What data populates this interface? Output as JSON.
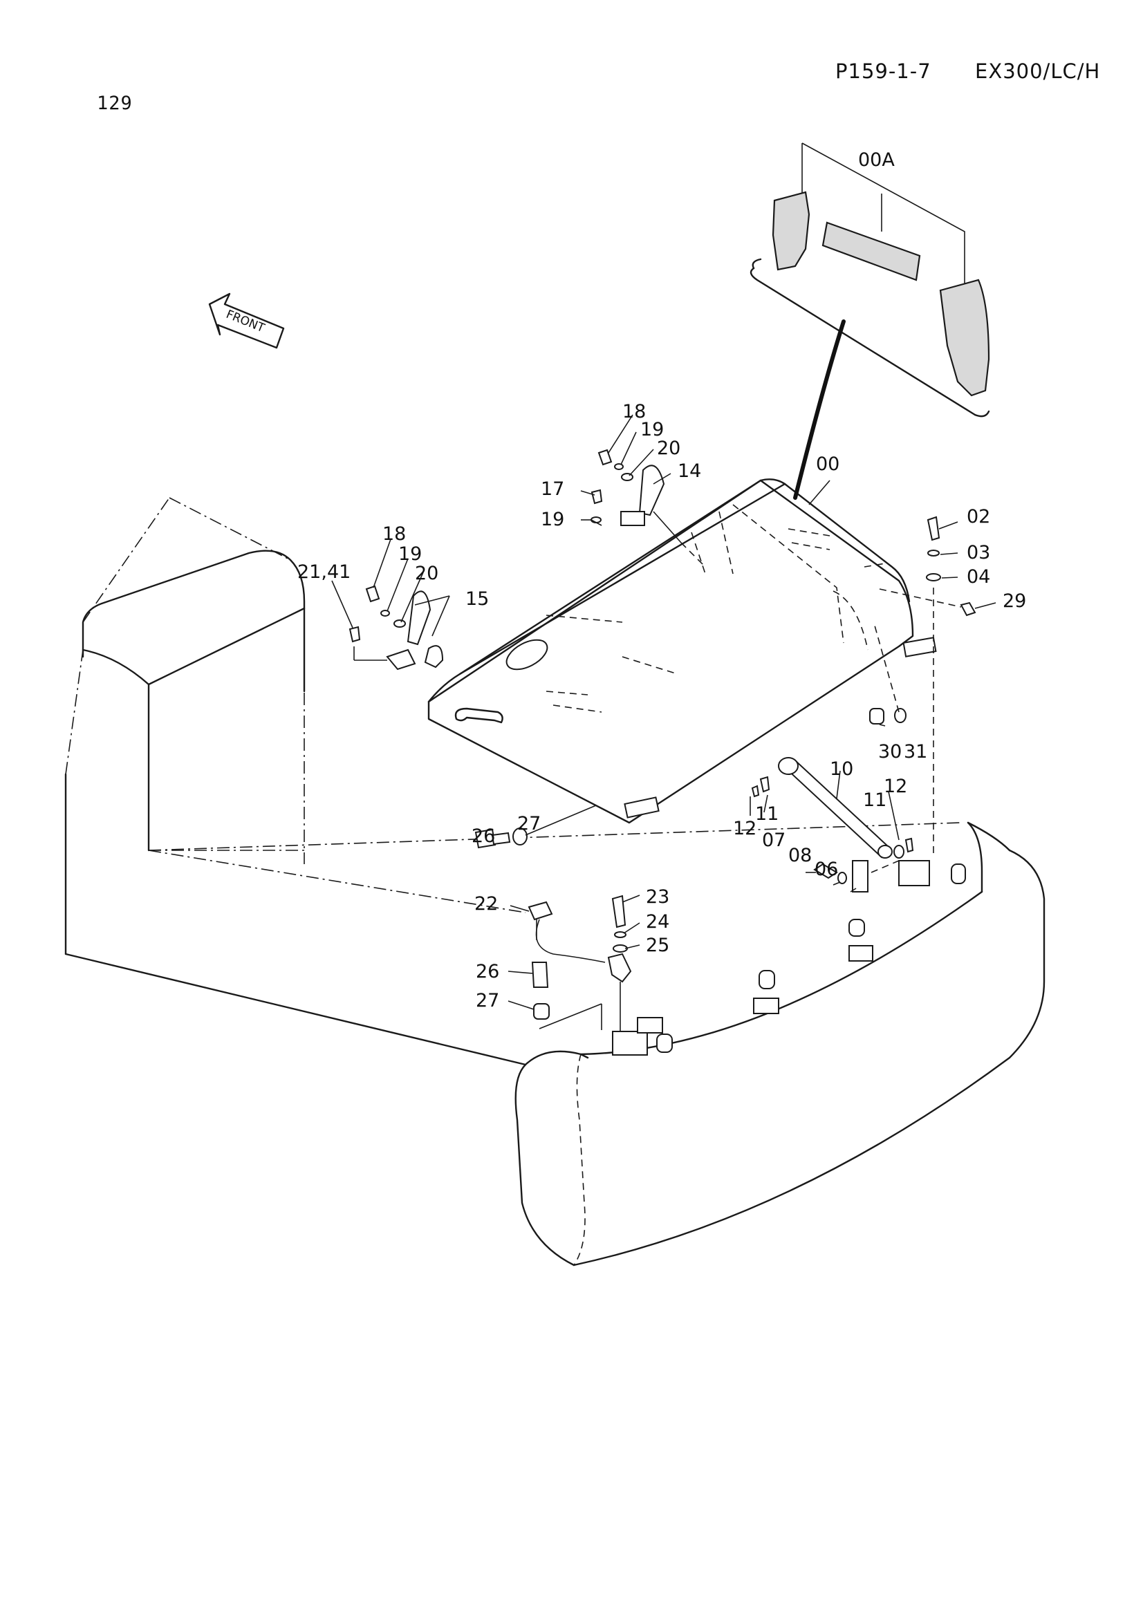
{
  "header": {
    "page_number": "129",
    "catalog_code": "P159-1-7",
    "model": "EX300/LC/H"
  },
  "diagram": {
    "front_arrow_label": "FRONT",
    "callouts": [
      {
        "id": "c00a",
        "label": "00A"
      },
      {
        "id": "c00",
        "label": "00"
      },
      {
        "id": "c02",
        "label": "02"
      },
      {
        "id": "c03",
        "label": "03"
      },
      {
        "id": "c04",
        "label": "04"
      },
      {
        "id": "c29",
        "label": "29"
      },
      {
        "id": "c18a",
        "label": "18"
      },
      {
        "id": "c19a",
        "label": "19"
      },
      {
        "id": "c20a",
        "label": "20"
      },
      {
        "id": "c14",
        "label": "14"
      },
      {
        "id": "c17",
        "label": "17"
      },
      {
        "id": "c19b",
        "label": "19"
      },
      {
        "id": "c18b",
        "label": "18"
      },
      {
        "id": "c19c",
        "label": "19"
      },
      {
        "id": "c20b",
        "label": "20"
      },
      {
        "id": "c15",
        "label": "15"
      },
      {
        "id": "c2141",
        "label": "21,41"
      },
      {
        "id": "c30",
        "label": "30"
      },
      {
        "id": "c31",
        "label": "31"
      },
      {
        "id": "c10",
        "label": "10"
      },
      {
        "id": "c12a",
        "label": "12"
      },
      {
        "id": "c11a",
        "label": "11"
      },
      {
        "id": "c11b",
        "label": "11"
      },
      {
        "id": "c12b",
        "label": "12"
      },
      {
        "id": "c07",
        "label": "07"
      },
      {
        "id": "c08",
        "label": "08"
      },
      {
        "id": "c06",
        "label": "06"
      },
      {
        "id": "c26a",
        "label": "26"
      },
      {
        "id": "c27a",
        "label": "27"
      },
      {
        "id": "c22",
        "label": "22"
      },
      {
        "id": "c23",
        "label": "23"
      },
      {
        "id": "c24",
        "label": "24"
      },
      {
        "id": "c25",
        "label": "25"
      },
      {
        "id": "c26b",
        "label": "26"
      },
      {
        "id": "c27b",
        "label": "27"
      }
    ]
  }
}
